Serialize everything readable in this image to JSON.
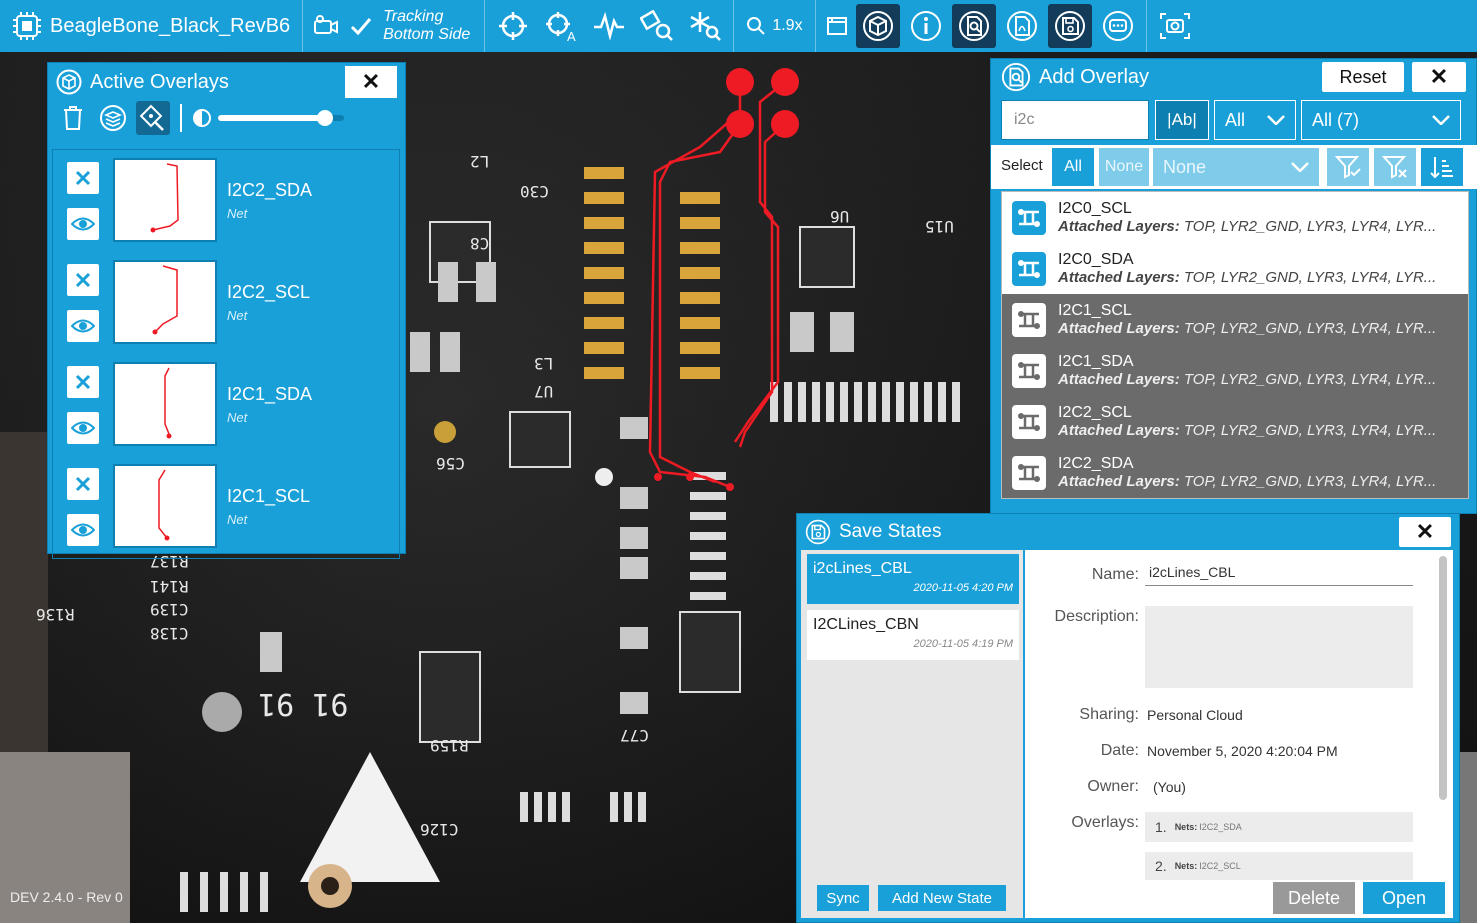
{
  "topbar": {
    "board_name": "BeagleBone_Black_RevB6",
    "tracking_line1": "Tracking",
    "tracking_line2": "Bottom Side",
    "zoom": "1.9x"
  },
  "active_overlays": {
    "title": "Active Overlays",
    "close": "✕",
    "opacity_level": 0.85,
    "items": [
      {
        "name": "I2C2_SDA",
        "type": "Net"
      },
      {
        "name": "I2C2_SCL",
        "type": "Net"
      },
      {
        "name": "I2C1_SDA",
        "type": "Net"
      },
      {
        "name": "I2C1_SCL",
        "type": "Net"
      }
    ]
  },
  "add_overlay": {
    "title": "Add Overlay",
    "reset": "Reset",
    "close": "✕",
    "search_value": "i2c",
    "match_case": "|Ab|",
    "filter_all": "All",
    "filter_count": "All (7)",
    "select_label": "Select",
    "select_all": "All",
    "select_none": "None",
    "select_dropdown": "None",
    "attached_label": "Attached Layers:",
    "results": [
      {
        "name": "I2C0_SCL",
        "layers": "TOP, LYR2_GND, LYR3, LYR4, LYR..."
      },
      {
        "name": "I2C0_SDA",
        "layers": "TOP, LYR2_GND, LYR3, LYR4, LYR..."
      },
      {
        "name": "I2C1_SCL",
        "layers": "TOP, LYR2_GND, LYR3, LYR4, LYR..."
      },
      {
        "name": "I2C1_SDA",
        "layers": "TOP, LYR2_GND, LYR3, LYR4, LYR..."
      },
      {
        "name": "I2C2_SCL",
        "layers": "TOP, LYR2_GND, LYR3, LYR4, LYR..."
      },
      {
        "name": "I2C2_SDA",
        "layers": "TOP, LYR2_GND, LYR3, LYR4, LYR..."
      }
    ]
  },
  "save_states": {
    "title": "Save States",
    "close": "✕",
    "states": [
      {
        "name": "i2cLines_CBL",
        "date": "2020-11-05 4:20 PM"
      },
      {
        "name": "I2CLines_CBN",
        "date": "2020-11-05 4:19 PM"
      }
    ],
    "labels": {
      "name": "Name:",
      "description": "Description:",
      "sharing": "Sharing:",
      "date": "Date:",
      "owner": "Owner:",
      "overlays": "Overlays:"
    },
    "values": {
      "name": "i2cLines_CBL",
      "sharing": "Personal Cloud",
      "date": "November 5, 2020 4:20:04 PM",
      "owner": "(You)"
    },
    "overlays": [
      {
        "num": "1.",
        "kind": "Nets:",
        "name": "I2C2_SDA"
      },
      {
        "num": "2.",
        "kind": "Nets:",
        "name": "I2C2_SCL"
      }
    ],
    "buttons": {
      "sync": "Sync",
      "add_new": "Add New State",
      "delete": "Delete",
      "open": "Open"
    }
  },
  "footer": {
    "version": "DEV 2.4.0 - Rev 0"
  },
  "colors": {
    "accent": "#1aa0d8",
    "accent_dark": "#123c5a",
    "trace_red": "#ee1b24",
    "selected_row": "#6b6b6b"
  }
}
